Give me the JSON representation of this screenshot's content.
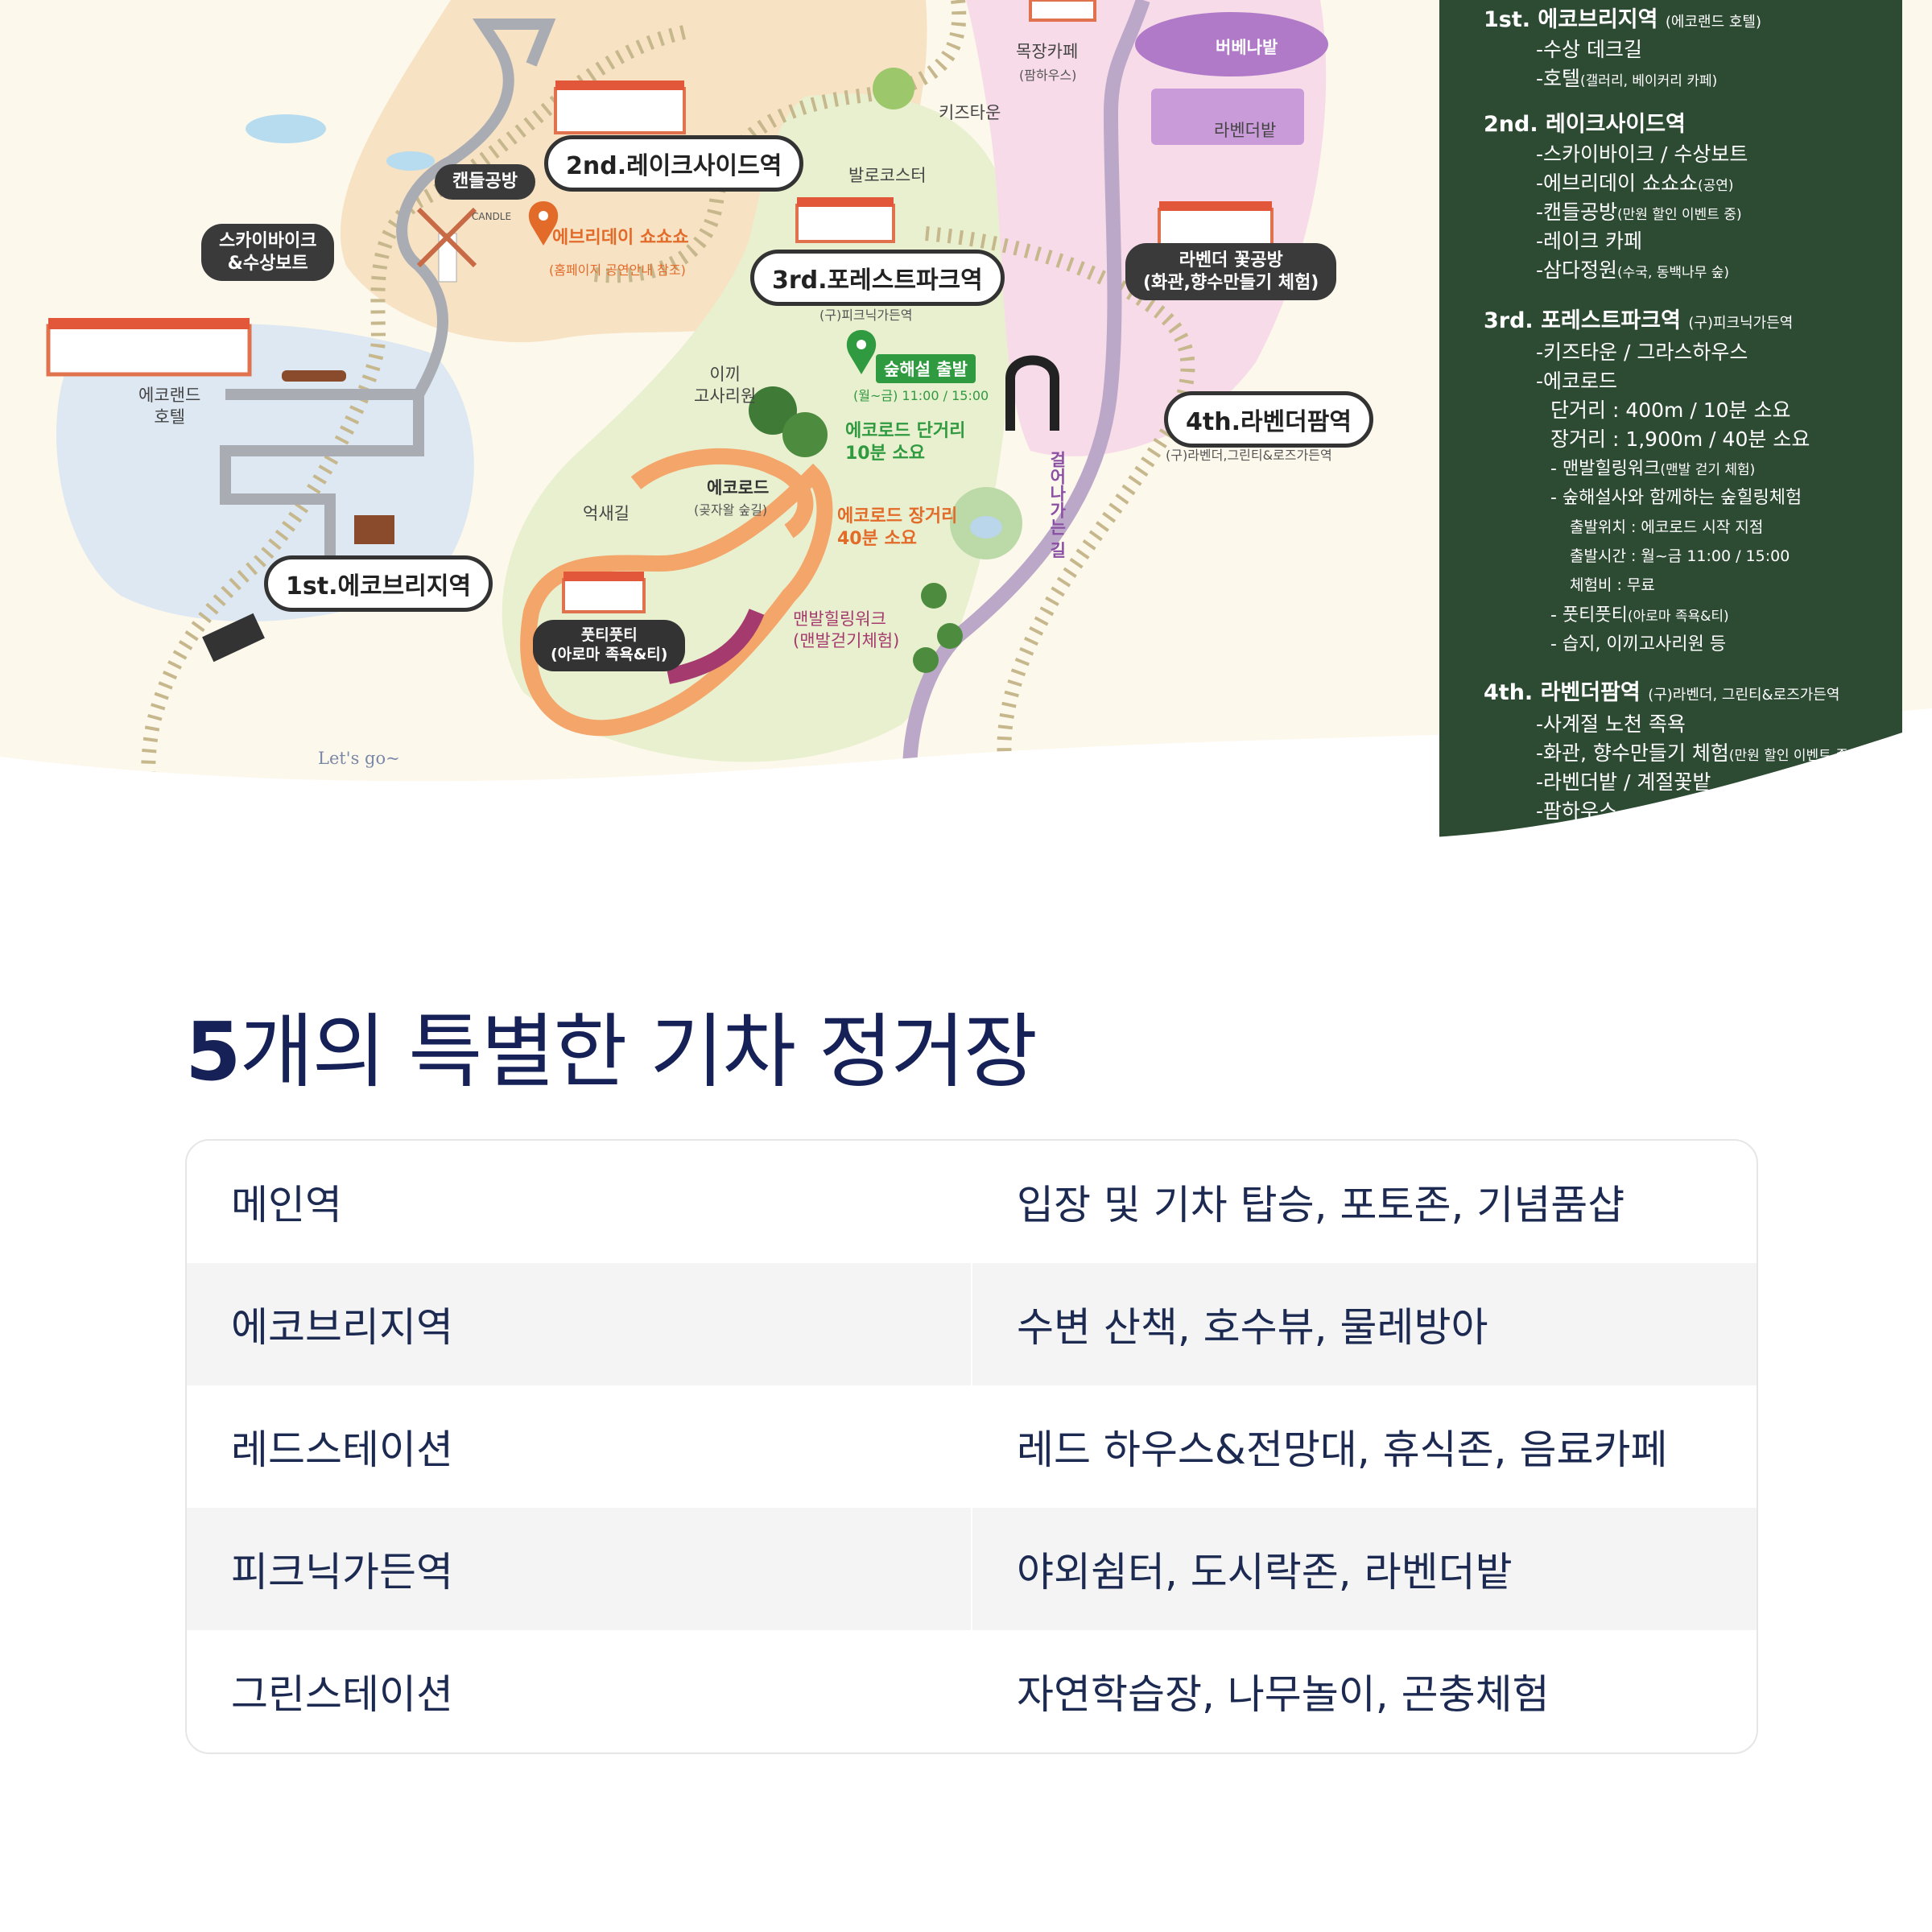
{
  "map": {
    "stations": {
      "s1": "1st.에코브리지역",
      "s2": "2nd.레이크사이드역",
      "s3": "3rd.포레스트파크역",
      "s3_sub": "(구)피크닉가든역",
      "s4": "4th.라벤더팜역",
      "s4_sub": "(구)라벤더,그린티&로즈가든역"
    },
    "labels": {
      "candle": "캔들공방",
      "candle_sign": "CANDLE",
      "skybike": "스카이바이크\n&수상보트",
      "ecoland": "에코랜드\n호텔",
      "everyday": "에브리데이 쇼쇼쇼",
      "everyday_sub": "(홈페이지 공연안내 참조)",
      "ranch_cafe": "목장카페",
      "ranch_cafe_sub": "(팜하우스)",
      "verbena": "버베나밭",
      "lavender_field": "라벤더밭",
      "kidstown": "키즈타운",
      "balo": "발로코스터",
      "lavender_workshop": "라벤더 꽃공방\n(화관,향수만들기 체험)",
      "forest_start": "숲해설 출발",
      "forest_time": "(월~금) 11:00 / 15:00",
      "moss": "이끼\n고사리원",
      "short_route": "에코로드 단거리\n10분 소요",
      "long_route": "에코로드 장거리\n40분 소요",
      "ecoroad": "에코로드",
      "ecoroad_sub": "(곶자왈 숲길)",
      "eoksae": "억새길",
      "footy": "풋티풋티\n(아로마 족욕&티)",
      "barefoot": "맨발힐링워크\n(맨발걷기체험)",
      "walkway": "걸어나가는 길",
      "letsgo": "Let's go~"
    }
  },
  "panel": {
    "s1_title": "1st. 에코브리지역",
    "s1_title_sub": "(에코랜드 호텔)",
    "s1_items": [
      "-수상 데크길",
      "-호텔"
    ],
    "s1_item2_sub": "(갤러리, 베이커리 카페)",
    "s2_title": "2nd. 레이크사이드역",
    "s2_items": [
      "-스카이바이크 / 수상보트",
      "-에브리데이 쇼쇼쇼",
      "-캔들공방",
      "-레이크 카페",
      "-삼다정원"
    ],
    "s2_item2_sub": "(공연)",
    "s2_item3_sub": "(만원 할인 이벤트 중)",
    "s2_item5_sub": "(수국, 동백나무 숲)",
    "s3_title": "3rd. 포레스트파크역",
    "s3_title_sub": "(구)피크닉가든역",
    "s3_items": [
      "-키즈타운 / 그라스하우스",
      "-에코로드"
    ],
    "s3_route_short": "단거리 : 400m / 10분 소요",
    "s3_route_long": "장거리 : 1,900m / 40분 소요",
    "s3_barefoot": "- 맨발힐링워크",
    "s3_barefoot_sub": "(맨발 걷기 체험)",
    "s3_forest": "- 숲해설사와 함께하는 숲힐링체험",
    "s3_details": [
      "출발위치 : 에코로드 시작 지점",
      "출발시간 : 월~금 11:00 / 15:00",
      "체험비 : 무료"
    ],
    "s3_footy": "- 풋티풋티",
    "s3_footy_sub": "(아로마 족욕&티)",
    "s3_wetland": "- 습지, 이끼고사리원 등",
    "s4_title": "4th. 라벤더팜역",
    "s4_title_sub": "(구)라벤더, 그린티&로즈가든역",
    "s4_items": [
      "-사계절 노천 족욕",
      "-화관, 향수만들기 체험",
      "-라벤더밭 / 계절꽃밭",
      "-팜하우스"
    ],
    "s4_item2_sub": "(만원 할인 이벤트 중)"
  },
  "section": {
    "title_num": "5",
    "title_rest": "개의 특별한 기차 정거장"
  },
  "table": {
    "rows": [
      {
        "station": "메인역",
        "desc": "입장 및 기차 탑승, 포토존, 기념품샵"
      },
      {
        "station": "에코브리지역",
        "desc": "수변 산책, 호수뷰, 물레방아"
      },
      {
        "station": "레드스테이션",
        "desc": "레드 하우스&전망대, 휴식존, 음료카페"
      },
      {
        "station": "피크닉가든역",
        "desc": "야외쉼터, 도시락존, 라벤더밭"
      },
      {
        "station": "그린스테이션",
        "desc": "자연학습장, 나무놀이, 곤충체험"
      }
    ]
  },
  "colors": {
    "panel_bg": "#2d4a33",
    "heading": "#162257",
    "table_alt": "#f4f4f4",
    "forest_green": "#2f9a3f",
    "route_orange": "#e36b2a",
    "lavender": "#8a4fa3"
  }
}
